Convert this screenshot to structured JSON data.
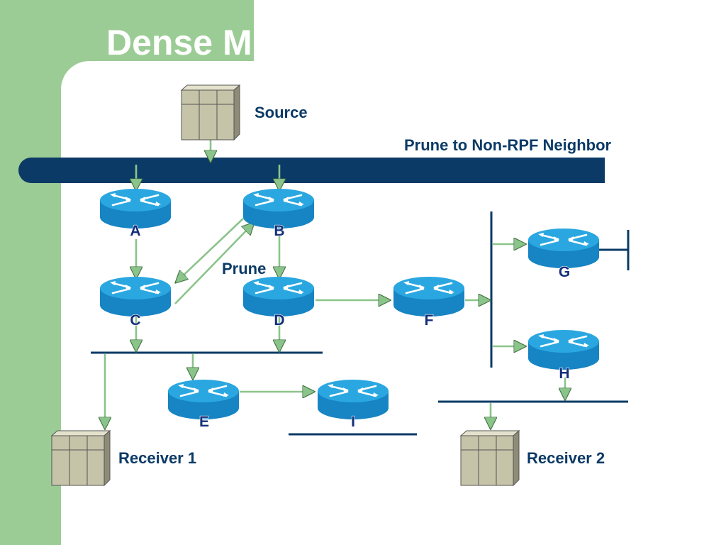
{
  "slide": {
    "title": "Dense M"
  },
  "labels": {
    "source": "Source",
    "prune_note": "Prune to Non-RPF Neighbor",
    "prune": "Prune",
    "receiver1": "Receiver 1",
    "receiver2": "Receiver 2"
  },
  "routers": [
    {
      "id": "A",
      "label": "A"
    },
    {
      "id": "B",
      "label": "B"
    },
    {
      "id": "C",
      "label": "C"
    },
    {
      "id": "D",
      "label": "D"
    },
    {
      "id": "F",
      "label": "F"
    },
    {
      "id": "G",
      "label": "G"
    },
    {
      "id": "H",
      "label": "H"
    },
    {
      "id": "E",
      "label": "E"
    },
    {
      "id": "I",
      "label": "I"
    }
  ],
  "colors": {
    "background_band": "#9ccc95",
    "bus": "#0b3a66",
    "router_top": "#2aa7e0",
    "router_body": "#1784c4",
    "arrow": "#8bc48a",
    "label": "#0b3a66"
  },
  "icons": [
    "router-icon",
    "server-icon",
    "arrow-icon"
  ]
}
